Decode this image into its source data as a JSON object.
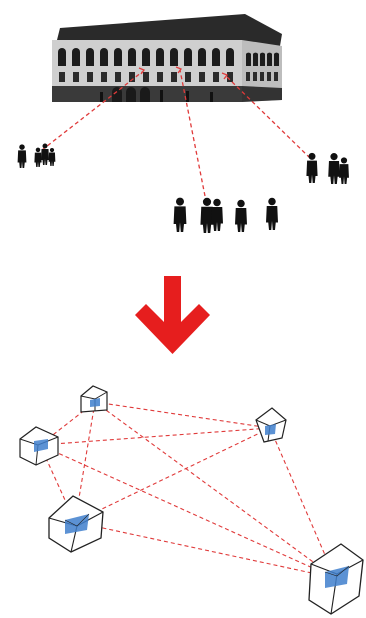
{
  "scene": {
    "subject": "building-photo",
    "crowd_groups": [
      "left-group",
      "center-group",
      "right-group"
    ],
    "arrow_direction": "down"
  },
  "network": {
    "cameras": [
      "camera-top",
      "camera-left",
      "camera-right",
      "camera-middle",
      "camera-bottom-right"
    ]
  },
  "colors": {
    "link": "#e03a3a",
    "arrow": "#e61e1e",
    "building_dark": "#1e1e1e",
    "building_light": "#d9d9d9",
    "person": "#111111",
    "camera_outline": "#222222",
    "camera_screen": "#3f7fcc"
  }
}
